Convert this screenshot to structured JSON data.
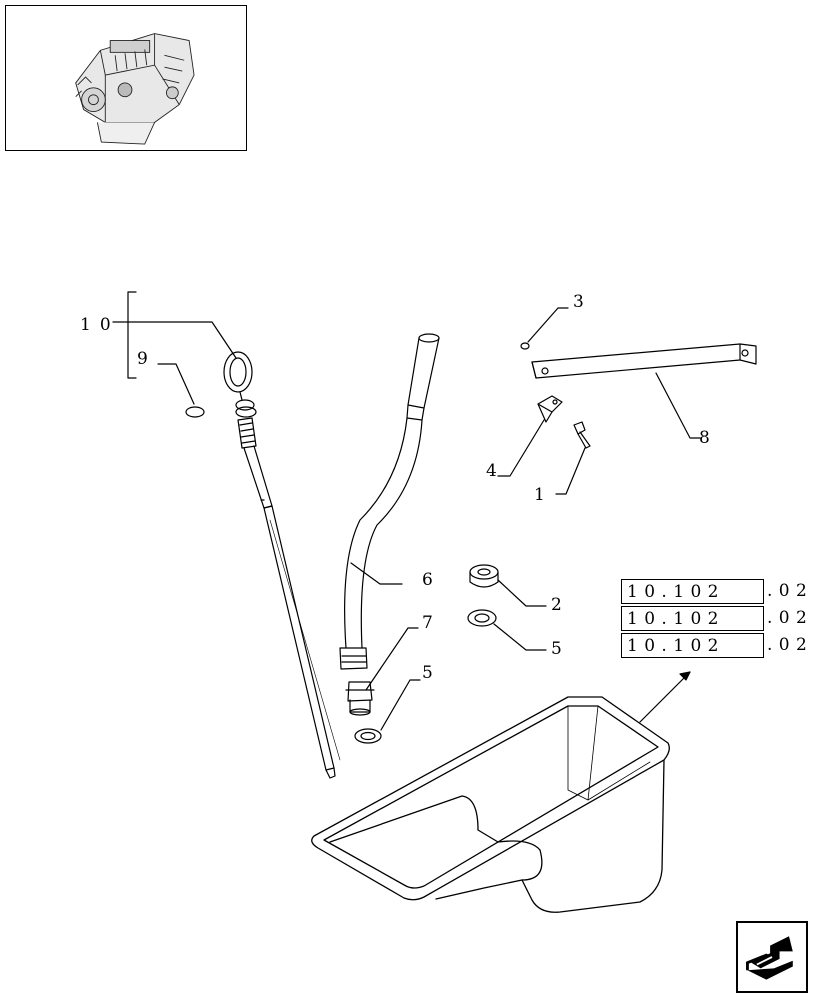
{
  "thumbnail": {
    "icon": "engine-assembly-thumbnail"
  },
  "callouts": {
    "c1": "1",
    "c2": "2",
    "c3": "3",
    "c4": "4",
    "c5a": "5",
    "c5b": "5",
    "c6": "6",
    "c7": "7",
    "c8": "8",
    "c9": "9",
    "c10": "10"
  },
  "references": [
    {
      "code": "10.102",
      "suffix": ".02"
    },
    {
      "code": "10.102",
      "suffix": ".02"
    },
    {
      "code": "10.102",
      "suffix": ".02"
    }
  ],
  "navigation": {
    "icon": "return-arrow-icon"
  }
}
